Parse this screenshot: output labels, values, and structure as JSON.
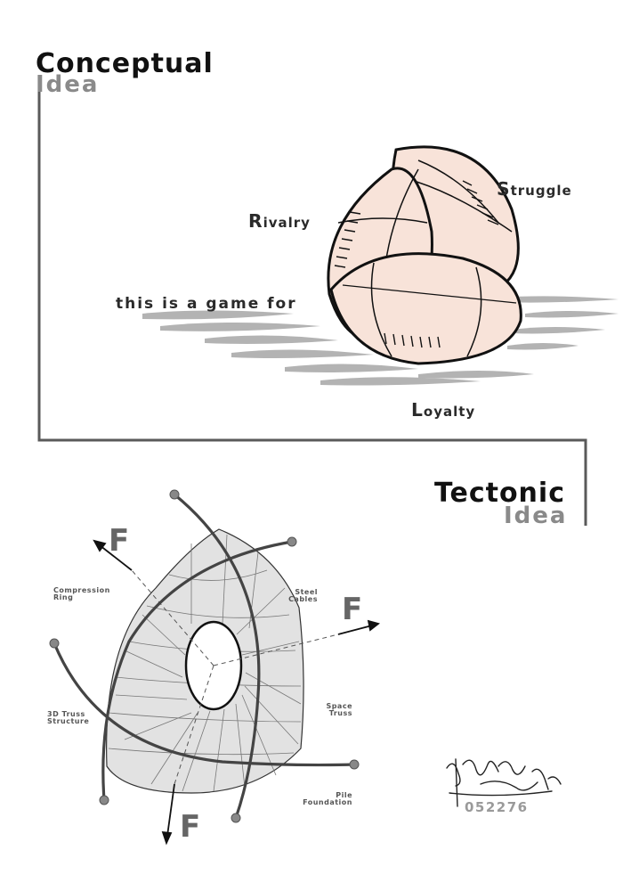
{
  "conceptual": {
    "title": "Conceptual",
    "subtitle": "Idea"
  },
  "labels": {
    "rivalry_initial": "R",
    "rivalry_rest": "ivalry",
    "struggle_initial": "S",
    "struggle_rest": "truggle",
    "loyalty_initial": "L",
    "loyalty_rest": "oyalty",
    "phrase": "this is a game for"
  },
  "tectonic": {
    "title": "Tectonic",
    "subtitle": "Idea"
  },
  "structure_labels": {
    "compression_ring": "Compression\nRing",
    "steel_cables": "Steel\nCables",
    "truss_3d": "3D Truss\nStructure",
    "space_truss": "Space\nTruss",
    "pile_foundation": "Pile\nFoundation"
  },
  "force_label": "F",
  "signature_number": "052276",
  "colors": {
    "ball_fill": "#f8e3d9",
    "frame": "#555555",
    "shell": "#e2e2e2"
  }
}
